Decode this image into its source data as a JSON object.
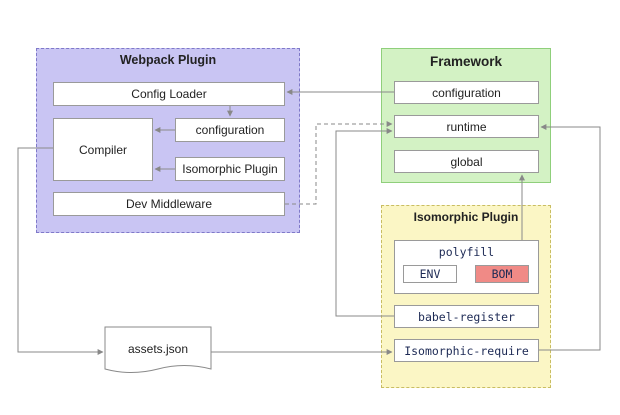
{
  "webpack_plugin": {
    "title": "Webpack Plugin",
    "config_loader": "Config Loader",
    "compiler": "Compiler",
    "configuration": "configuration",
    "isomorphic_plugin": "Isomorphic Plugin",
    "dev_middleware": "Dev Middleware"
  },
  "framework": {
    "title": "Framework",
    "configuration": "configuration",
    "runtime": "runtime",
    "global": "global"
  },
  "isomorphic_plugin_group": {
    "title": "Isomorphic Plugin",
    "polyfill": "polyfill",
    "env": "ENV",
    "bom": "BOM",
    "babel_register": "babel-register",
    "isomorphic_require": "Isomorphic-require"
  },
  "assets_file": "assets.json",
  "colors": {
    "webpack_bg": "#c9c5f3",
    "framework_bg": "#d3f2c4",
    "isomorphic_bg": "#fbf6c5",
    "bom_bg": "#f08a86"
  }
}
